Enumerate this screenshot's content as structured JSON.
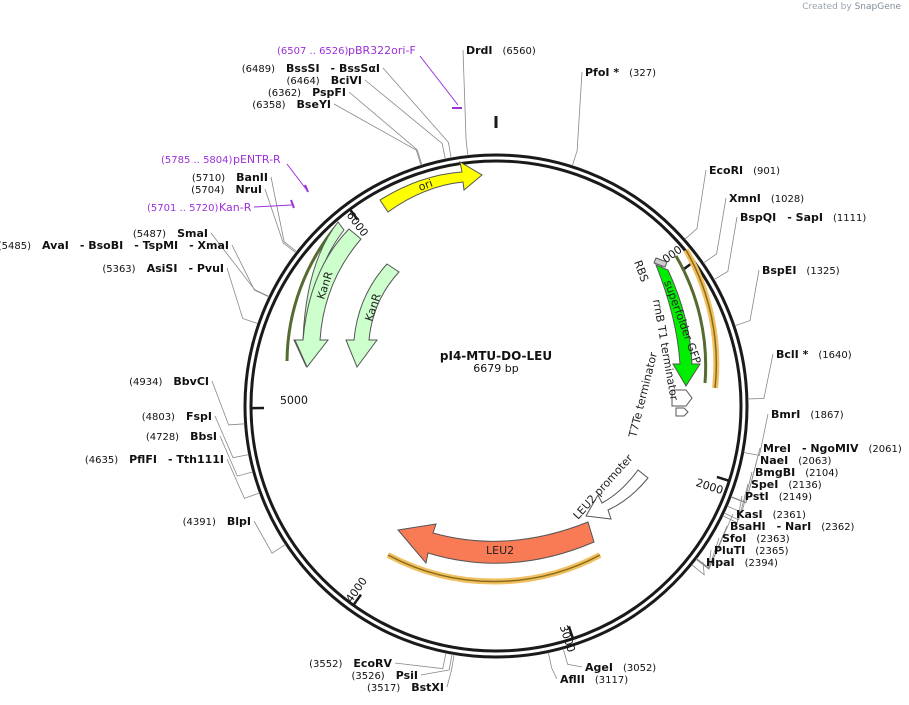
{
  "credit": {
    "prefix": "Created by",
    "brand": "SnapGene"
  },
  "plasmid": {
    "name": "pI4-MTU-DO-LEU",
    "size_label": "6679 bp",
    "length": 6679
  },
  "ticks": [
    {
      "pos": 1000,
      "label": "1000"
    },
    {
      "pos": 2000,
      "label": "2000"
    },
    {
      "pos": 3000,
      "label": "3000"
    },
    {
      "pos": 4000,
      "label": "4000"
    },
    {
      "pos": 5000,
      "label": "5000"
    },
    {
      "pos": 6000,
      "label": "6000"
    }
  ],
  "sites": [
    {
      "pos": 6560,
      "parts": [
        "DrdI",
        "(6560)"
      ]
    },
    {
      "pos": 327,
      "parts": [
        "PfoI *",
        "(327)"
      ]
    },
    {
      "pos": 901,
      "parts": [
        "EcoRI",
        "(901)"
      ]
    },
    {
      "pos": 1028,
      "parts": [
        "XmnI",
        "(1028)"
      ]
    },
    {
      "pos": 1111,
      "parts": [
        "BspQI",
        "- SapI",
        "(1111)"
      ]
    },
    {
      "pos": 1325,
      "parts": [
        "BspEI",
        "(1325)"
      ]
    },
    {
      "pos": 1640,
      "parts": [
        "BclI *",
        "(1640)"
      ]
    },
    {
      "pos": 1867,
      "parts": [
        "BmrI",
        "(1867)"
      ]
    },
    {
      "pos": 2061,
      "parts": [
        "MreI",
        "- NgoMIV",
        "(2061)"
      ]
    },
    {
      "pos": 2063,
      "parts": [
        "NaeI",
        "(2063)"
      ]
    },
    {
      "pos": 2104,
      "parts": [
        "BmgBI",
        "(2104)"
      ]
    },
    {
      "pos": 2136,
      "parts": [
        "SpeI",
        "(2136)"
      ]
    },
    {
      "pos": 2149,
      "parts": [
        "PstI",
        "(2149)"
      ]
    },
    {
      "pos": 2361,
      "parts": [
        "KasI",
        "(2361)"
      ]
    },
    {
      "pos": 2362,
      "parts": [
        "BsaHI",
        "- NarI",
        "(2362)"
      ]
    },
    {
      "pos": 2363,
      "parts": [
        "SfoI",
        "(2363)"
      ]
    },
    {
      "pos": 2365,
      "parts": [
        "PluTI",
        "(2365)"
      ]
    },
    {
      "pos": 2394,
      "parts": [
        "HpaI",
        "(2394)"
      ]
    },
    {
      "pos": 3052,
      "parts": [
        "AgeI",
        "(3052)"
      ]
    },
    {
      "pos": 3117,
      "parts": [
        "AflII",
        "(3117)"
      ]
    },
    {
      "pos": 3552,
      "parts": [
        "(3552)",
        "EcoRV"
      ]
    },
    {
      "pos": 3526,
      "parts": [
        "(3526)",
        "PsiI"
      ]
    },
    {
      "pos": 3517,
      "parts": [
        "(3517)",
        "BstXI"
      ]
    },
    {
      "pos": 4391,
      "parts": [
        "(4391)",
        "BlpI"
      ]
    },
    {
      "pos": 4635,
      "parts": [
        "(4635)",
        "PflFI",
        "- Tth111I"
      ]
    },
    {
      "pos": 4728,
      "parts": [
        "(4728)",
        "BbsI"
      ]
    },
    {
      "pos": 4803,
      "parts": [
        "(4803)",
        "FspI"
      ]
    },
    {
      "pos": 4934,
      "parts": [
        "(4934)",
        "BbvCI"
      ]
    },
    {
      "pos": 5363,
      "parts": [
        "(5363)",
        "AsiSI",
        "- PvuI"
      ]
    },
    {
      "pos": 5485,
      "parts": [
        "(5485)",
        "AvaI",
        "- BsoBI",
        "- TspMI",
        "- XmaI"
      ]
    },
    {
      "pos": 5487,
      "parts": [
        "(5487)",
        "SmaI"
      ]
    },
    {
      "pos": 5704,
      "parts": [
        "(5704)",
        "NruI"
      ]
    },
    {
      "pos": 5710,
      "parts": [
        "(5710)",
        "BanII"
      ]
    },
    {
      "pos": 6358,
      "parts": [
        "(6358)",
        "BseYI"
      ]
    },
    {
      "pos": 6362,
      "parts": [
        "(6362)",
        "PspFI"
      ]
    },
    {
      "pos": 6464,
      "parts": [
        "(6464)",
        "BciVI"
      ]
    },
    {
      "pos": 6489,
      "parts": [
        "(6489)",
        "BssSI",
        "- BssSαI"
      ]
    }
  ],
  "primers": [
    {
      "range": "(6507 .. 6526)",
      "name": "pBR322ori-F"
    },
    {
      "range": "(5785 .. 5804)",
      "name": "pENTR-R"
    },
    {
      "range": "(5701 .. 5720)",
      "name": "Kan-R"
    }
  ],
  "features": [
    {
      "name": "ori",
      "color": "#ffff00",
      "direction": "cw"
    },
    {
      "name": "KanR",
      "color": "#ccffcc",
      "direction": "ccw"
    },
    {
      "name": "KanR",
      "color": "#ccffcc",
      "direction": "ccw"
    },
    {
      "name": "superfolder GFP",
      "color": "#00ee00",
      "direction": "cw"
    },
    {
      "name": "LEU2",
      "color": "#f97b55",
      "direction": "ccw"
    },
    {
      "name": "LEU2 promoter",
      "color": "#ffffff",
      "direction": "ccw"
    },
    {
      "name": "RBS",
      "color": "#cccccc",
      "direction": "cw"
    },
    {
      "name": "rrnB T1 terminator",
      "color": "#ffffff",
      "direction": "cw"
    },
    {
      "name": "T7Te terminator",
      "color": "#ffffff",
      "direction": "cw"
    }
  ],
  "colors": {
    "backbone": "#1a1a1a",
    "primer": "#9b30d9",
    "orf_outline": "#e8a020",
    "orf_dark": "#556b2f"
  }
}
